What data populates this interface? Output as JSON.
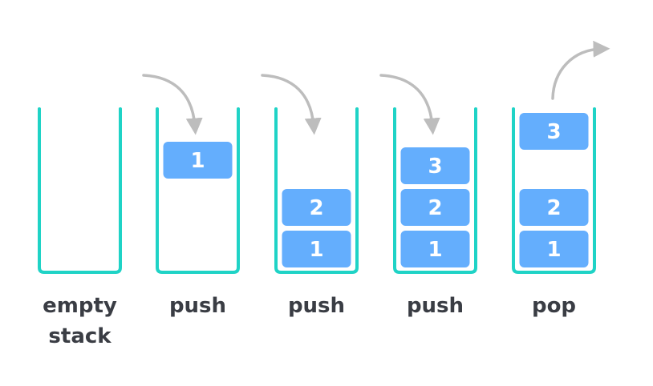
{
  "colors": {
    "container": "#1fd3c6",
    "block": "#64aefd",
    "arrow": "#bdbdbd",
    "text": "#3a3d44",
    "block_text": "#ffffff"
  },
  "stages": [
    {
      "caption_lines": [
        "empty",
        "stack"
      ],
      "arrow": "none",
      "blocks": []
    },
    {
      "caption_lines": [
        "push"
      ],
      "arrow": "in",
      "blocks": [
        {
          "label": "1",
          "state": "entering"
        }
      ]
    },
    {
      "caption_lines": [
        "push"
      ],
      "arrow": "in",
      "blocks": [
        {
          "label": "1",
          "state": "stacked"
        },
        {
          "label": "2",
          "state": "stacked"
        }
      ]
    },
    {
      "caption_lines": [
        "push"
      ],
      "arrow": "in",
      "blocks": [
        {
          "label": "1",
          "state": "stacked"
        },
        {
          "label": "2",
          "state": "stacked"
        },
        {
          "label": "3",
          "state": "stacked"
        }
      ]
    },
    {
      "caption_lines": [
        "pop"
      ],
      "arrow": "out",
      "blocks": [
        {
          "label": "1",
          "state": "stacked"
        },
        {
          "label": "2",
          "state": "stacked"
        },
        {
          "label": "3",
          "state": "leaving"
        }
      ]
    }
  ]
}
